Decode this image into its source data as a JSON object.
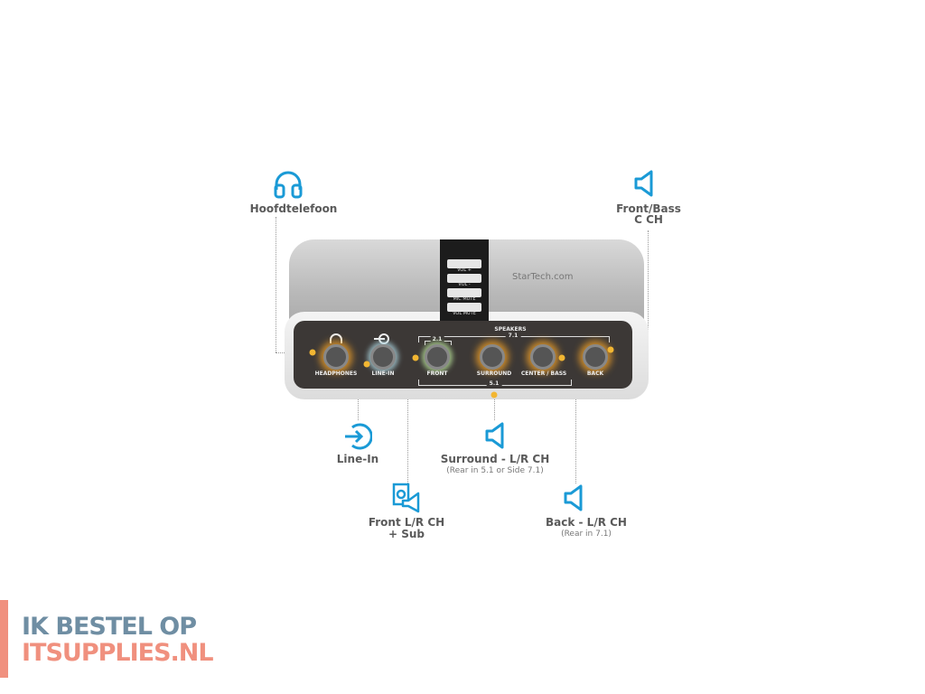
{
  "colors": {
    "icon": "#1a9ad6",
    "label": "#5a5a5a",
    "glow": "#f2b632",
    "logo_blue": "#6f8ea3",
    "logo_salmon": "#f0907e"
  },
  "callouts": {
    "headphones": {
      "icon": "headphones-icon",
      "label": "Hoofdtelefoon"
    },
    "front_bass": {
      "icon": "speaker-icon",
      "label_line1": "Front/Bass",
      "label_line2": "C CH"
    },
    "line_in": {
      "icon": "line-in-icon",
      "label": "Line-In"
    },
    "surround": {
      "icon": "speaker-icon",
      "label": "Surround - L/R CH",
      "sub": "(Rear in 5.1 or Side 7.1)"
    },
    "front": {
      "icon": "front-sub-icon",
      "label_line1": "Front L/R CH",
      "label_line2": "+ Sub"
    },
    "back": {
      "icon": "speaker-icon",
      "label": "Back - L/R CH",
      "sub": "(Rear in 7.1)"
    }
  },
  "device": {
    "brand": "StarTech.com",
    "buttons": [
      "VOL +",
      "VOL -",
      "MIC MUTE",
      "VOL MUTE"
    ],
    "jacks": [
      "HEADPHONES",
      "LINE-IN",
      "FRONT",
      "SURROUND",
      "CENTER / BASS",
      "BACK"
    ],
    "speakers_label": "SPEAKERS",
    "group_71": "7.1",
    "group_21": "2.1",
    "group_51": "5.1"
  },
  "logo": {
    "line1": "IK BESTEL OP",
    "line2": "ITSUPPLIES.NL"
  }
}
